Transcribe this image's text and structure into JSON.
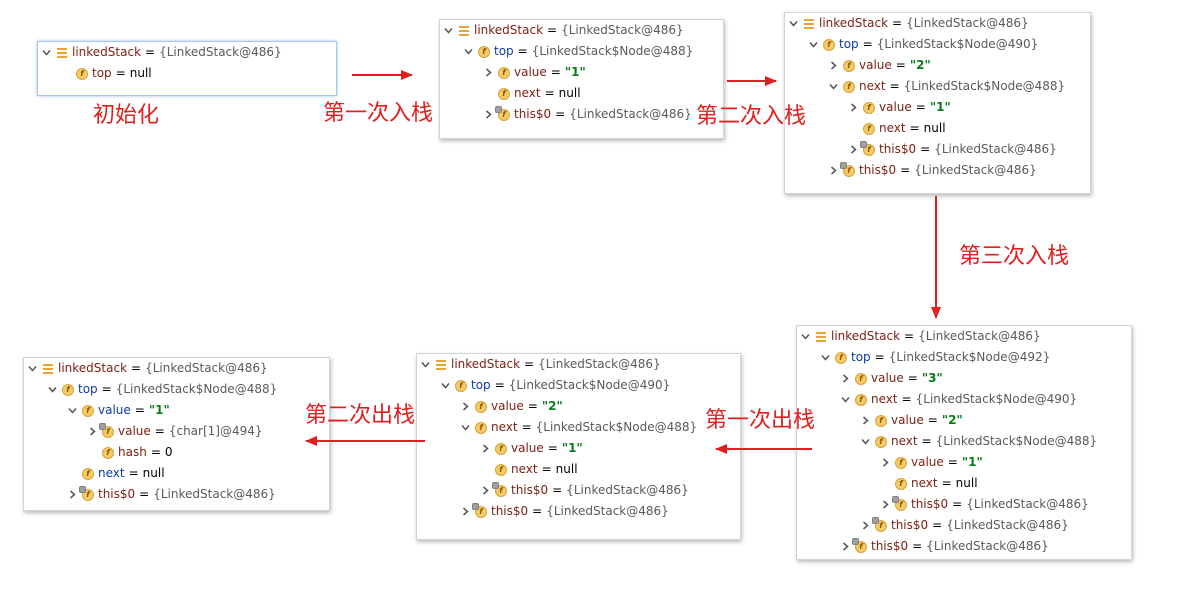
{
  "panels": [
    {
      "id": "init",
      "rows": [
        {
          "depth": 0,
          "toggle": "down",
          "icon": "root",
          "name": "linkedStack",
          "value": "{LinkedStack@486}",
          "vclass": "ty"
        },
        {
          "depth": 1,
          "toggle": "none",
          "icon": "field",
          "name": "top",
          "value": "null",
          "vclass": "val"
        }
      ]
    },
    {
      "id": "push1",
      "rows": [
        {
          "depth": 0,
          "toggle": "down",
          "icon": "root",
          "name": "linkedStack",
          "value": "{LinkedStack@486}",
          "vclass": "ty"
        },
        {
          "depth": 1,
          "toggle": "down",
          "icon": "field",
          "name": "top",
          "nclass": "blue",
          "value": "{LinkedStack$Node@488}",
          "vclass": "ty"
        },
        {
          "depth": 2,
          "toggle": "right",
          "icon": "field",
          "name": "value",
          "value": "\"1\"",
          "vclass": "str"
        },
        {
          "depth": 2,
          "toggle": "none",
          "icon": "field",
          "name": "next",
          "value": "null",
          "vclass": "val"
        },
        {
          "depth": 2,
          "toggle": "right",
          "icon": "locked",
          "name": "this$0",
          "value": "{LinkedStack@486}",
          "vclass": "ty"
        }
      ]
    },
    {
      "id": "push2",
      "rows": [
        {
          "depth": 0,
          "toggle": "down",
          "icon": "root",
          "name": "linkedStack",
          "value": "{LinkedStack@486}",
          "vclass": "ty"
        },
        {
          "depth": 1,
          "toggle": "down",
          "icon": "field",
          "name": "top",
          "nclass": "blue",
          "value": "{LinkedStack$Node@490}",
          "vclass": "ty"
        },
        {
          "depth": 2,
          "toggle": "right",
          "icon": "field",
          "name": "value",
          "value": "\"2\"",
          "vclass": "str"
        },
        {
          "depth": 2,
          "toggle": "down",
          "icon": "field",
          "name": "next",
          "value": "{LinkedStack$Node@488}",
          "vclass": "ty"
        },
        {
          "depth": 3,
          "toggle": "right",
          "icon": "field",
          "name": "value",
          "value": "\"1\"",
          "vclass": "str"
        },
        {
          "depth": 3,
          "toggle": "none",
          "icon": "field",
          "name": "next",
          "value": "null",
          "vclass": "val"
        },
        {
          "depth": 3,
          "toggle": "right",
          "icon": "locked",
          "name": "this$0",
          "value": "{LinkedStack@486}",
          "vclass": "ty"
        },
        {
          "depth": 2,
          "toggle": "right",
          "icon": "locked",
          "name": "this$0",
          "value": "{LinkedStack@486}",
          "vclass": "ty"
        }
      ]
    },
    {
      "id": "push3",
      "rows": [
        {
          "depth": 0,
          "toggle": "down",
          "icon": "root",
          "name": "linkedStack",
          "value": "{LinkedStack@486}",
          "vclass": "ty"
        },
        {
          "depth": 1,
          "toggle": "down",
          "icon": "field",
          "name": "top",
          "nclass": "blue",
          "value": "{LinkedStack$Node@492}",
          "vclass": "ty"
        },
        {
          "depth": 2,
          "toggle": "right",
          "icon": "field",
          "name": "value",
          "value": "\"3\"",
          "vclass": "str"
        },
        {
          "depth": 2,
          "toggle": "down",
          "icon": "field",
          "name": "next",
          "value": "{LinkedStack$Node@490}",
          "vclass": "ty"
        },
        {
          "depth": 3,
          "toggle": "right",
          "icon": "field",
          "name": "value",
          "value": "\"2\"",
          "vclass": "str"
        },
        {
          "depth": 3,
          "toggle": "down",
          "icon": "field",
          "name": "next",
          "value": "{LinkedStack$Node@488}",
          "vclass": "ty"
        },
        {
          "depth": 4,
          "toggle": "right",
          "icon": "field",
          "name": "value",
          "value": "\"1\"",
          "vclass": "str"
        },
        {
          "depth": 4,
          "toggle": "none",
          "icon": "field",
          "name": "next",
          "value": "null",
          "vclass": "val"
        },
        {
          "depth": 4,
          "toggle": "right",
          "icon": "locked",
          "name": "this$0",
          "value": "{LinkedStack@486}",
          "vclass": "ty"
        },
        {
          "depth": 3,
          "toggle": "right",
          "icon": "locked",
          "name": "this$0",
          "value": "{LinkedStack@486}",
          "vclass": "ty"
        },
        {
          "depth": 2,
          "toggle": "right",
          "icon": "locked",
          "name": "this$0",
          "value": "{LinkedStack@486}",
          "vclass": "ty"
        }
      ]
    },
    {
      "id": "pop1",
      "rows": [
        {
          "depth": 0,
          "toggle": "down",
          "icon": "root",
          "name": "linkedStack",
          "value": "{LinkedStack@486}",
          "vclass": "ty"
        },
        {
          "depth": 1,
          "toggle": "down",
          "icon": "field",
          "name": "top",
          "nclass": "blue",
          "value": "{LinkedStack$Node@490}",
          "vclass": "ty"
        },
        {
          "depth": 2,
          "toggle": "right",
          "icon": "field",
          "name": "value",
          "value": "\"2\"",
          "vclass": "str"
        },
        {
          "depth": 2,
          "toggle": "down",
          "icon": "field",
          "name": "next",
          "value": "{LinkedStack$Node@488}",
          "vclass": "ty"
        },
        {
          "depth": 3,
          "toggle": "right",
          "icon": "field",
          "name": "value",
          "value": "\"1\"",
          "vclass": "str"
        },
        {
          "depth": 3,
          "toggle": "none",
          "icon": "field",
          "name": "next",
          "value": "null",
          "vclass": "val"
        },
        {
          "depth": 3,
          "toggle": "right",
          "icon": "locked",
          "name": "this$0",
          "value": "{LinkedStack@486}",
          "vclass": "ty"
        },
        {
          "depth": 2,
          "toggle": "right",
          "icon": "locked",
          "name": "this$0",
          "value": "{LinkedStack@486}",
          "vclass": "ty"
        }
      ]
    },
    {
      "id": "pop2",
      "rows": [
        {
          "depth": 0,
          "toggle": "down",
          "icon": "root",
          "name": "linkedStack",
          "value": "{LinkedStack@486}",
          "vclass": "ty"
        },
        {
          "depth": 1,
          "toggle": "down",
          "icon": "field",
          "name": "top",
          "nclass": "blue",
          "value": "{LinkedStack$Node@488}",
          "vclass": "ty"
        },
        {
          "depth": 2,
          "toggle": "down",
          "icon": "field",
          "name": "value",
          "nclass": "blue",
          "value": "\"1\"",
          "vclass": "str"
        },
        {
          "depth": 3,
          "toggle": "right",
          "icon": "locked",
          "name": "value",
          "value": "{char[1]@494}",
          "vclass": "ty"
        },
        {
          "depth": 3,
          "toggle": "none",
          "icon": "field",
          "name": "hash",
          "value": "0",
          "vclass": "val"
        },
        {
          "depth": 2,
          "toggle": "none",
          "icon": "field",
          "name": "next",
          "nclass": "blue",
          "value": "null",
          "vclass": "val"
        },
        {
          "depth": 2,
          "toggle": "right",
          "icon": "locked",
          "name": "this$0",
          "value": "{LinkedStack@486}",
          "vclass": "ty"
        }
      ]
    }
  ],
  "labels": {
    "init": "初始化",
    "push1": "第一次入栈",
    "push2": "第二次入栈",
    "push3": "第三次入栈",
    "pop1": "第一次出栈",
    "pop2": "第二次出栈"
  },
  "icons": {
    "field": "f",
    "toggle_down": "chevron-down-icon",
    "toggle_right": "chevron-right-icon",
    "root": "stack-icon",
    "locked": "locked-field-icon"
  },
  "colors": {
    "annotation": "#e02020",
    "string_value": "#067d17",
    "type_value": "#5a5a5a",
    "field_name": "#7b1f12",
    "field_name_blue": "#0a3aa5"
  }
}
